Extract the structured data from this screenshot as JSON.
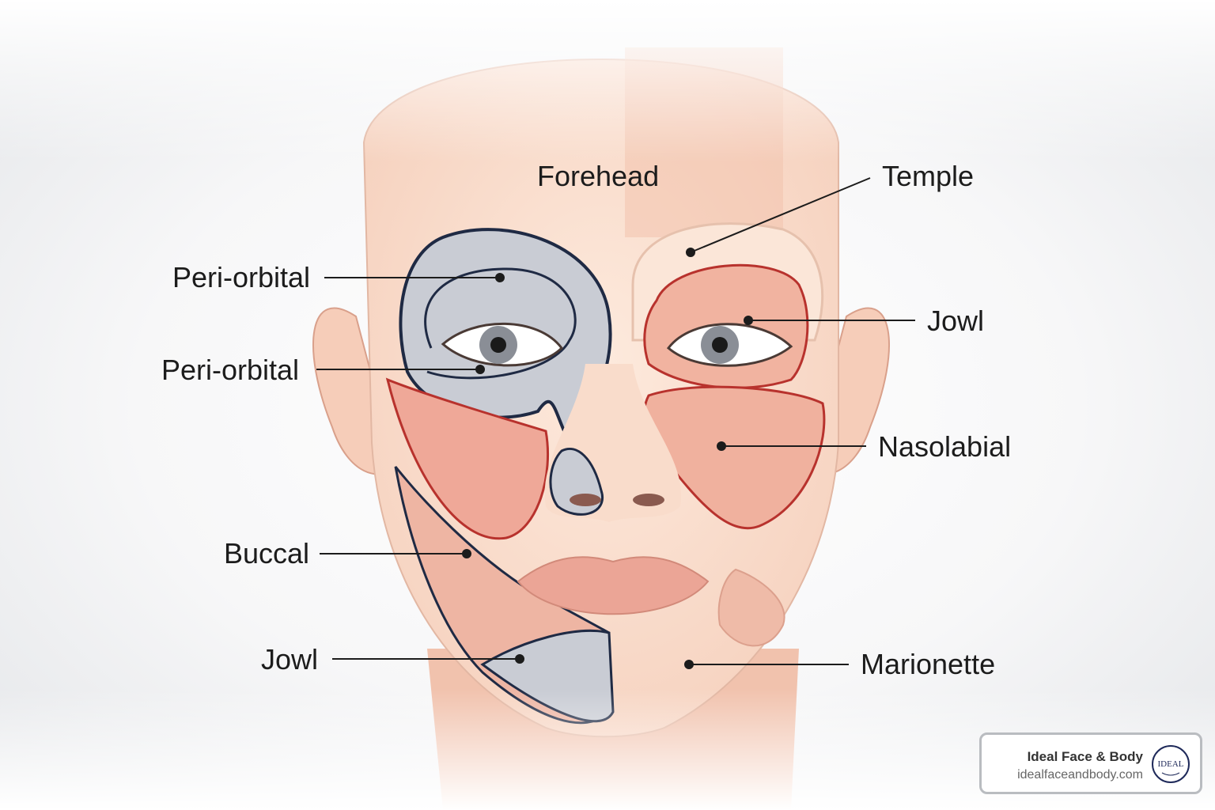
{
  "labels": {
    "forehead": "Forehead",
    "temple": "Temple",
    "peri_orbital_upper": "Peri-orbital",
    "peri_orbital_lower": "Peri-orbital",
    "jowl_right": "Jowl",
    "nasolabial": "Nasolabial",
    "buccal": "Buccal",
    "jowl_left": "Jowl",
    "marionette": "Marionette"
  },
  "brand": {
    "name": "Ideal Face & Body",
    "url": "idealfaceandbody.com",
    "logo_text": "IDEAL"
  },
  "colors": {
    "skin": "#fbe3d3",
    "muscle": "#f0b4a2",
    "highlight_gray": "#c9ccd4",
    "outline_navy": "#1f2a44",
    "outline_red": "#b8322d"
  }
}
